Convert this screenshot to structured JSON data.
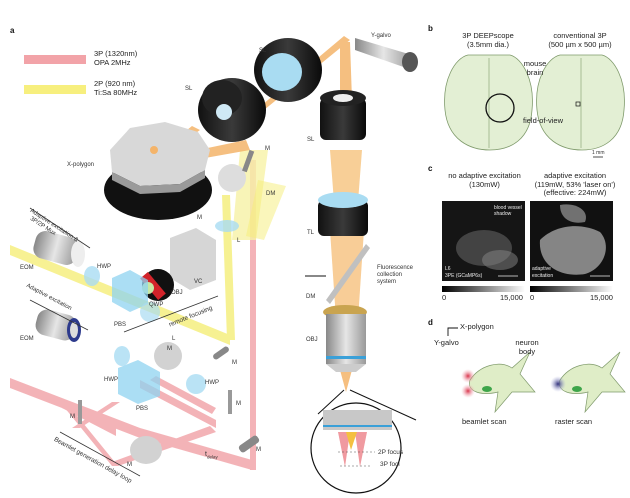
{
  "panels": {
    "a": "a",
    "b": "b",
    "c": "c",
    "d": "d"
  },
  "legend": {
    "items": [
      {
        "line1": "3P (1320nm)",
        "line2": "OPA 2MHz",
        "color": "#f2a3a8"
      },
      {
        "line1": "2P (920 nm)",
        "line2": "Ti:Sa 80MHz",
        "color": "#f7ef7e"
      }
    ]
  },
  "colors": {
    "beam3p": "#f09aa0",
    "beam2p": "#f5ee78",
    "orange_beam": "#f4b46a",
    "optics_blue": "#a9dcf2",
    "brain_fill": "#e3efd4"
  },
  "panel_a": {
    "labels": {
      "sl1": "SL",
      "sl2": "SL",
      "sl3": "SL",
      "y_galvo": "Y-galvo",
      "x_polygon": "X-polygon",
      "m_top": "M",
      "dm_top": "DM",
      "m_mid": "M",
      "l_mid": "L",
      "l_low": "L",
      "adaptive_mux": "Adaptive excitation &",
      "adaptive_mux2": "3P/2P Mux",
      "eom_top": "EOM",
      "hwp_top": "HWP",
      "pbs_top": "PBS",
      "qwp": "QWP",
      "obj_rf": "OBJ",
      "vc": "VC",
      "remote_focusing": "remote focusing",
      "adaptive": "Adaptive excitation",
      "eom_low": "EOM",
      "m_a": "M",
      "hwp_a": "HWP",
      "hwp_b": "HWP",
      "pbs_low": "PBS",
      "m_b": "M",
      "m_c": "M",
      "m_d": "M",
      "m_e": "M",
      "m_f": "M",
      "beamlet_loop": "Beamlet generation delay loop",
      "t_delay": "t",
      "t_delay_sub": "delay",
      "tl": "TL",
      "dm": "DM",
      "obj": "OBJ",
      "fluor": "Fluorescence",
      "fluor2": "collection",
      "fluor3": "system",
      "focus_2p": "2P focus",
      "foci_3p": "3P foci"
    }
  },
  "panel_b": {
    "left_title": "3P DEEPscope",
    "left_sub": "(3.5mm dia.)",
    "right_title": "conventional 3P",
    "right_sub": "(500 µm x 500 µm)",
    "mouse_brain": "mouse",
    "mouse_brain2": "brain",
    "fov": "field-of-view",
    "scale": "1 mm"
  },
  "panel_c": {
    "left_title": "no adaptive excitation",
    "left_sub": "(130mW)",
    "right_title": "adaptive excitation",
    "right_sub": "(119mW, 53% 'laser on')",
    "right_sub2": "(effective: 224mW)",
    "vessel": "blood vessel",
    "vessel2": "shadow",
    "layer": "L6",
    "layer2": "3PE (GCaMP6s)",
    "adaptive": "adaptive",
    "adaptive2": "excitation",
    "cbar_min": "0",
    "cbar_max": "15,000"
  },
  "panel_d": {
    "x_axis": "X-polygon",
    "y_axis": "Y-galvo",
    "neuron": "neuron",
    "neuron2": "body",
    "beamlet": "beamlet scan",
    "raster": "raster scan"
  }
}
